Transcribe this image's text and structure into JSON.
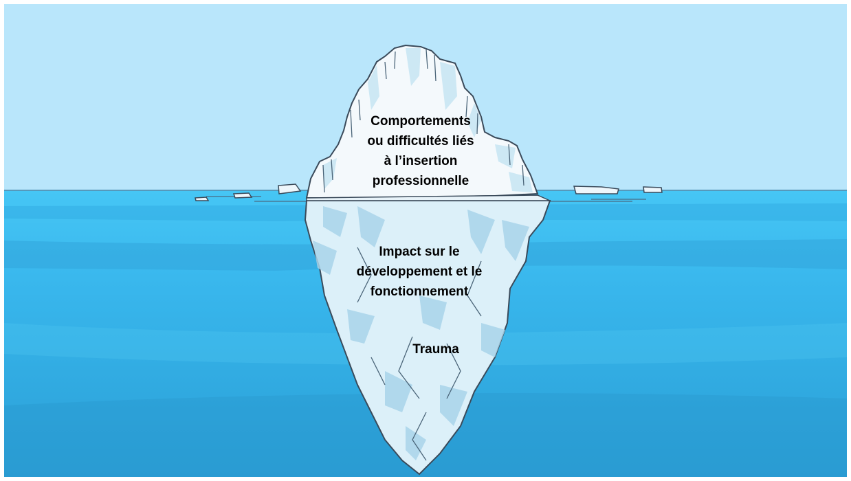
{
  "diagram": {
    "type": "iceberg",
    "layers": [
      {
        "id": "surface",
        "lines": [
          "Comportements",
          "ou difficultés liés",
          "à l’insertion",
          "professionnelle"
        ]
      },
      {
        "id": "impact",
        "lines": [
          "Impact sur le",
          "développement et le",
          "fonctionnement"
        ]
      },
      {
        "id": "trauma",
        "lines": [
          "Trauma"
        ]
      }
    ],
    "colors": {
      "sky": "#b9e6fb",
      "water_surface": "#3ec0f3",
      "water_deep": "#2fa3d8",
      "ice_top": "#f4f9fc",
      "ice_shadow": "#cde8f4",
      "ice_underwater": "#d9eef8",
      "ice_underwater_shadow": "#a9d4ea",
      "outline": "#3a4a5a"
    }
  }
}
